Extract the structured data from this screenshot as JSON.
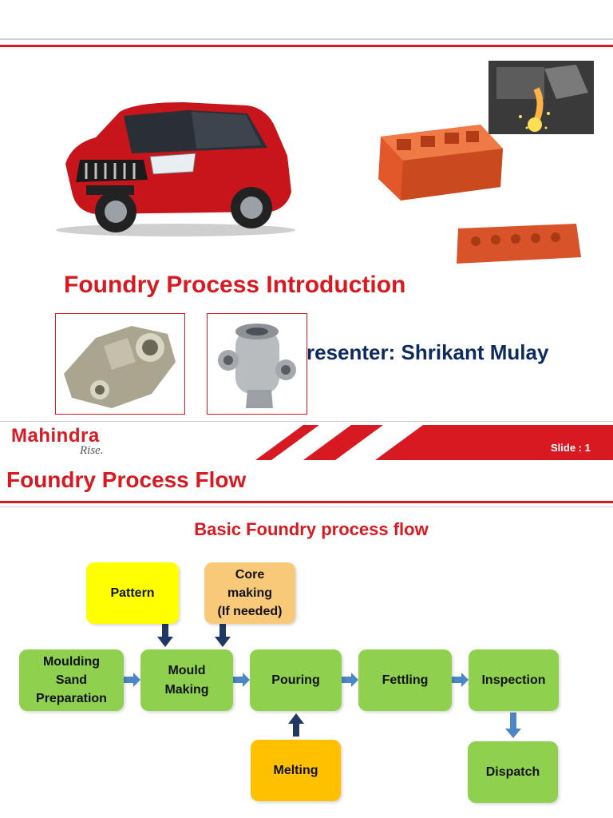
{
  "slide1": {
    "title": "Foundry Process Introduction",
    "presenter": "resenter: Shrikant Mulay",
    "brand": "Mahindra",
    "tagline": "Rise.",
    "slide_label": "Slide : 1"
  },
  "slide2": {
    "title": "Foundry Process Flow",
    "subtitle": "Basic Foundry process flow",
    "boxes": {
      "pattern": "Pattern",
      "core": "Core\nmaking\n(If needed)",
      "moulding": "Moulding\nSand\nPreparation",
      "mould": "Mould\nMaking",
      "pouring": "Pouring",
      "fettling": "Fettling",
      "inspection": "Inspection",
      "melting": "Melting",
      "dispatch": "Dispatch"
    }
  },
  "colors": {
    "brand_red": "#d71a21",
    "presenter_navy": "#0d2a5e",
    "box_green": "#8fd14f",
    "box_yellow": "#ffff00",
    "box_tan": "#f9c97a",
    "box_orange": "#ffc000",
    "arrow_blue": "#4a86c8",
    "arrow_navy": "#1f3864"
  }
}
